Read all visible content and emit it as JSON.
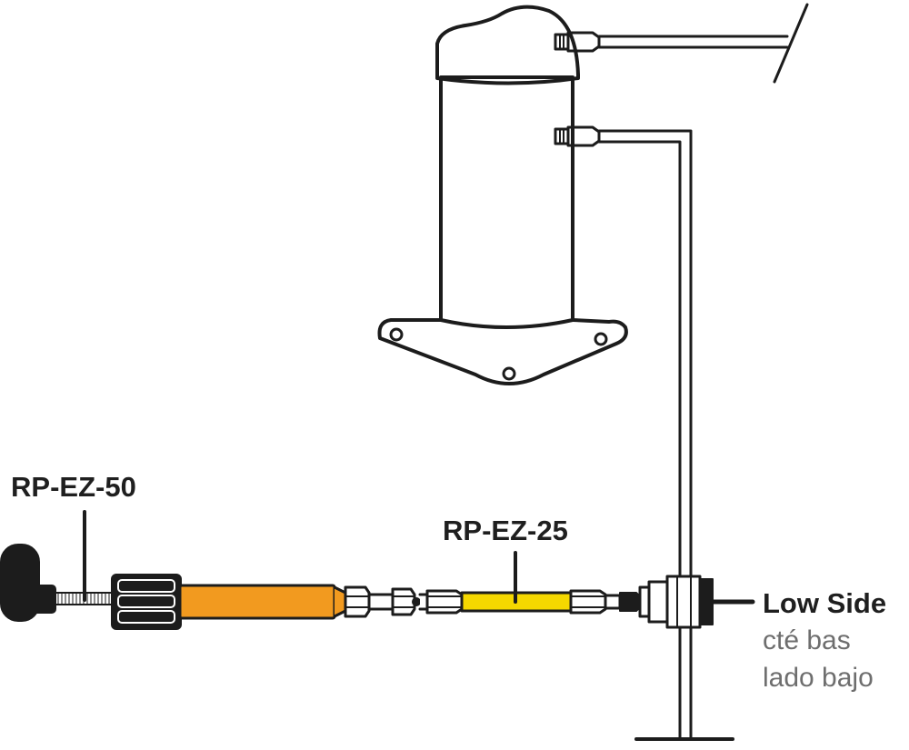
{
  "labels": {
    "rp_ez_50": "RP-EZ-50",
    "rp_ez_25": "RP-EZ-25",
    "low_side": "Low Side",
    "low_side_fr": "cté bas",
    "low_side_es": "lado bajo"
  },
  "colors": {
    "line": "#1c1c1c",
    "orange_tube": "#f29a1f",
    "yellow_hose": "#f5d800",
    "label_dark": "#1f1f1f",
    "label_gray": "#6e6e6e"
  },
  "icons": [
    "compressor-icon",
    "knob-icon",
    "valve-icon",
    "coupler-icon"
  ]
}
